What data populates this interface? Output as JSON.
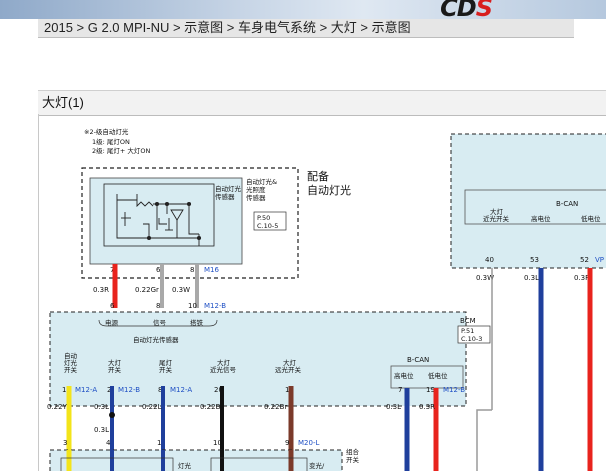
{
  "header": {
    "logo_part1": "CD",
    "logo_part2": "S",
    "breadcrumb": "2015 > G 2.0 MPI-NU > 示意图 > 车身电气系统 > 大灯 > 示意图"
  },
  "diagram": {
    "title": "大灯(1)",
    "note_lines": [
      "※2-级自动灯光",
      "1级: 尾灯ON",
      "2级: 尾灯+ 大灯ON"
    ],
    "option_label_1": "配备",
    "option_label_2": "自动灯光",
    "sensor": {
      "box_label_1": "自动灯光",
      "box_label_2": "传感器",
      "outer_label_1": "自动灯光&",
      "outer_label_2": "光照度",
      "outer_label_3": "传感器",
      "ref_1": "P.50",
      "ref_2": "C.10-5",
      "connector_top": "M16",
      "connector_bottom": "M12-B",
      "top_pins": [
        "7",
        "6",
        "8"
      ],
      "wires": [
        "0.3R",
        "0.22Gr",
        "0.3W"
      ],
      "bottom_pins": [
        "6",
        "8",
        "10"
      ],
      "signal_labels": [
        "电源",
        "信号",
        "搭铁"
      ],
      "group_label": "自动灯光传感器"
    },
    "bcm": {
      "label": "BCM",
      "ref_1": "P.51",
      "ref_2": "C.10-3",
      "can_label": "B-CAN",
      "can_high": "高电位",
      "can_low": "低电位",
      "can_pins": [
        "7",
        "19"
      ],
      "can_connector": "M12-B",
      "can_wires": [
        "0.3L",
        "0.3R"
      ],
      "switch_labels": [
        {
          "line1": "自动",
          "line2": "灯光",
          "line3": "开关"
        },
        {
          "line1": "大灯",
          "line2": "开关",
          "line3": ""
        },
        {
          "line1": "尾灯",
          "line2": "开关",
          "line3": ""
        },
        {
          "line1": "大灯",
          "line2": "近光信号",
          "line3": ""
        },
        {
          "line1": "大灯",
          "line2": "远光开关",
          "line3": ""
        }
      ],
      "pins": [
        "11",
        "2",
        "8",
        "20",
        "1"
      ],
      "connectors": [
        "M12-A",
        "M12-B",
        "M12-A"
      ],
      "wires": [
        "0.22Y",
        "0.3L",
        "0.22L",
        "0.22B",
        "0.22Br"
      ],
      "wire_extra": "0.3L",
      "bottom_pins": [
        "3",
        "4",
        "1",
        "10",
        "9"
      ],
      "bottom_connector": "M20-L",
      "combo_label_1": "组合",
      "combo_label_2": "开关",
      "bottom_labels": [
        "灯光",
        "变光/"
      ]
    },
    "right_module": {
      "can_label": "B-CAN",
      "sw_1": "大灯",
      "sw_2": "近光开关",
      "can_high": "高电位",
      "can_low": "低电位",
      "pins": [
        "40",
        "53",
        "52"
      ],
      "wires": [
        "0.3W",
        "0.3L",
        "0.3R"
      ],
      "connector_partial": "VP"
    }
  },
  "colors": {
    "module_fill": "#d8ecf2",
    "wire_red": "#e8231d",
    "wire_blue": "#1f3f9c",
    "wire_yellow": "#f3e41a",
    "wire_gray": "#a9a9a9",
    "wire_brown": "#7b3a2a",
    "wire_black": "#111111",
    "connector_blue": "#1e4fc4",
    "logo_red": "#d81e1e"
  }
}
